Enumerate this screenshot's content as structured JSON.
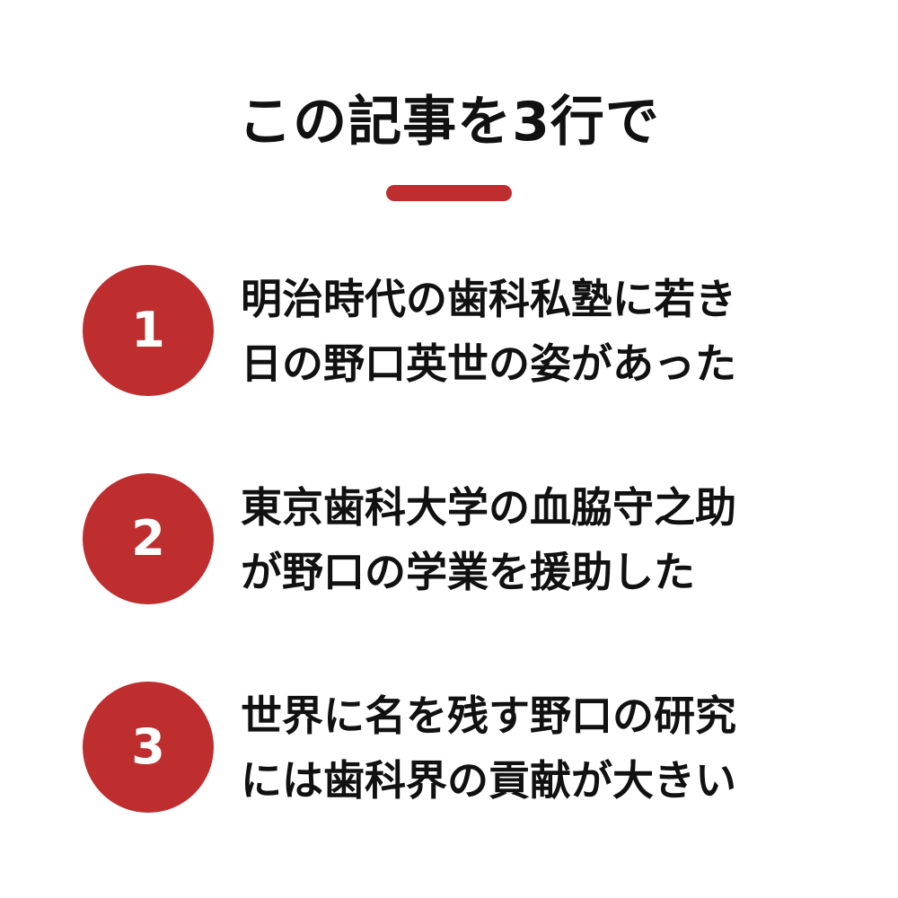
{
  "title": "この記事を3行で",
  "colors": {
    "accent": "#bf2e2e",
    "text": "#111111",
    "background": "#ffffff"
  },
  "items": [
    {
      "number": "1",
      "lines": [
        "明治時代の歯科私塾に若き",
        "日の野口英世の姿があった"
      ]
    },
    {
      "number": "2",
      "lines": [
        "東京歯科大学の血脇守之助",
        "が野口の学業を援助した"
      ]
    },
    {
      "number": "3",
      "lines": [
        "世界に名を残す野口の研究",
        "には歯科界の貢献が大きい"
      ]
    }
  ]
}
